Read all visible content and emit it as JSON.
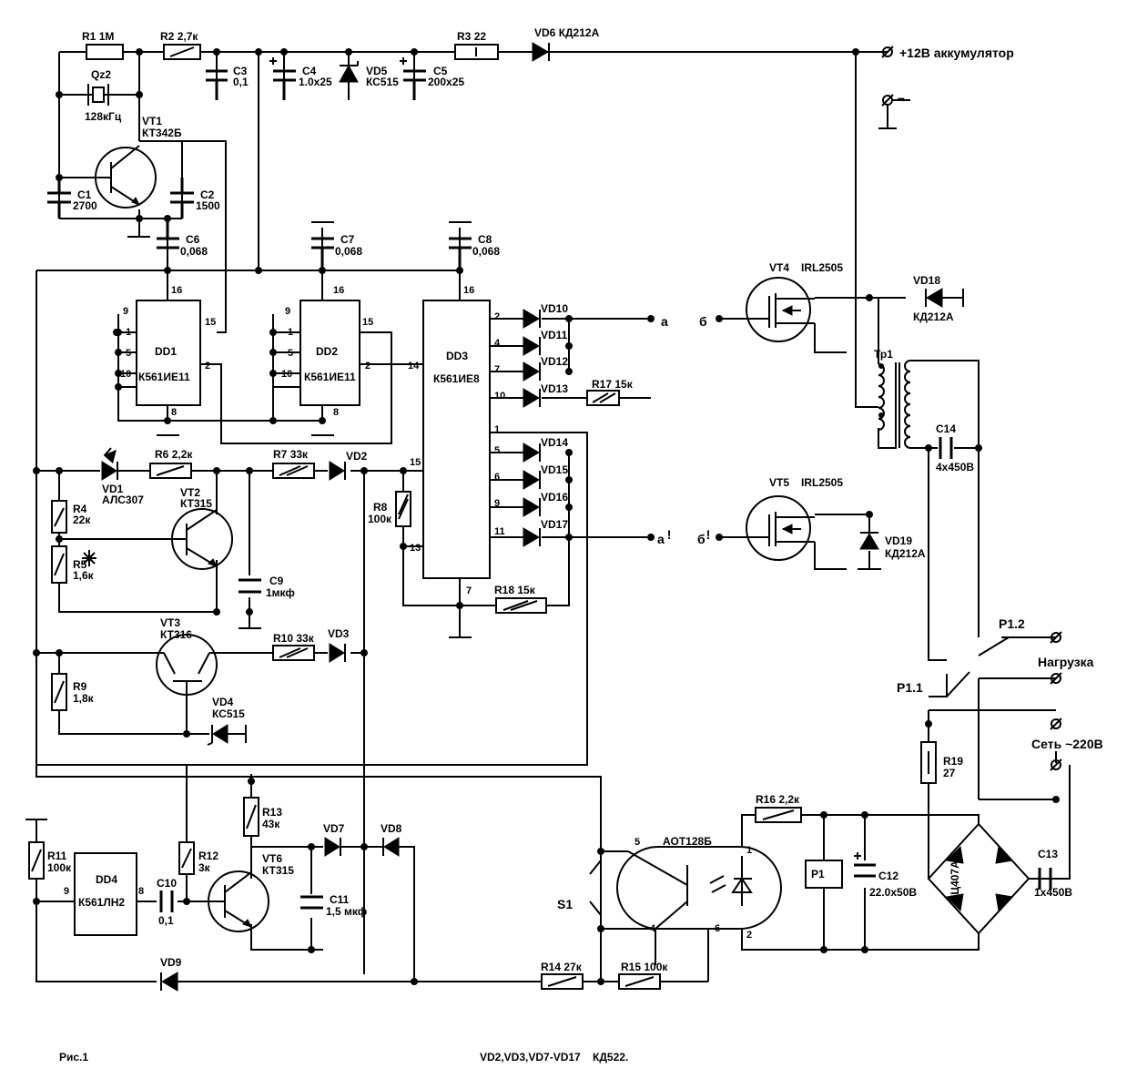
{
  "figure_caption": "Рис.1",
  "footnote": "VD2,VD3,VD7-VD17    КД522.",
  "terminals": {
    "battery_plus": "+12В аккумулятор",
    "battery_minus": "–",
    "load": "Нагрузка",
    "mains": "Сеть ~220В",
    "out_a": "а",
    "out_a2": "а",
    "out_b": "б",
    "out_b2": "б",
    "prime": "!"
  },
  "components": {
    "R1": {
      "ref": "R1",
      "value": "1М"
    },
    "R2": {
      "ref": "R2",
      "value": "2,7к"
    },
    "R3": {
      "ref": "R3",
      "value": "22"
    },
    "R4": {
      "ref": "R4",
      "value": "22к"
    },
    "R5": {
      "ref": "R5",
      "value": "1,6к"
    },
    "R6": {
      "ref": "R6",
      "value": "2,2к"
    },
    "R7": {
      "ref": "R7",
      "value": "33к"
    },
    "R8": {
      "ref": "R8",
      "value": "100к"
    },
    "R9": {
      "ref": "R9",
      "value": "1,8к"
    },
    "R10": {
      "ref": "R10",
      "value": "33к"
    },
    "R11": {
      "ref": "R11",
      "value": "100к"
    },
    "R12": {
      "ref": "R12",
      "value": "3к"
    },
    "R13": {
      "ref": "R13",
      "value": "43к"
    },
    "R14": {
      "ref": "R14",
      "value": "27к"
    },
    "R15": {
      "ref": "R15",
      "value": "100к"
    },
    "R16": {
      "ref": "R16",
      "value": "2,2к"
    },
    "R17": {
      "ref": "R17",
      "value": "15к"
    },
    "R18": {
      "ref": "R18",
      "value": "15к"
    },
    "R19": {
      "ref": "R19",
      "value": "27"
    },
    "C1": {
      "ref": "C1",
      "value": "2700"
    },
    "C2": {
      "ref": "C2",
      "value": "1500"
    },
    "C3": {
      "ref": "C3",
      "value": "0,1"
    },
    "C4": {
      "ref": "C4",
      "value": "1.0x25"
    },
    "C5": {
      "ref": "C5",
      "value": "200x25"
    },
    "C6": {
      "ref": "C6",
      "value": "0,068"
    },
    "C7": {
      "ref": "C7",
      "value": "0,068"
    },
    "C8": {
      "ref": "C8",
      "value": "0,068"
    },
    "C9": {
      "ref": "C9",
      "value": "1мкф"
    },
    "C10": {
      "ref": "C10",
      "value": "0,1"
    },
    "C11": {
      "ref": "C11",
      "value": "1,5 мкф"
    },
    "C12": {
      "ref": "C12",
      "value": "22.0x50В"
    },
    "C13": {
      "ref": "C13",
      "value": "1x450В"
    },
    "C14": {
      "ref": "C14",
      "value": "4x450В"
    },
    "Qz2": {
      "ref": "Qz2",
      "value": "128кГц"
    },
    "VT1": {
      "ref": "VT1",
      "value": "КТ342Б"
    },
    "VT2": {
      "ref": "VT2",
      "value": "КТ315"
    },
    "VT3": {
      "ref": "VT3",
      "value": "КТ316"
    },
    "VT4": {
      "ref": "VT4",
      "value": "IRL2505"
    },
    "VT5": {
      "ref": "VT5",
      "value": "IRL2505"
    },
    "VT6": {
      "ref": "VT6",
      "value": "КТ315"
    },
    "VD1": {
      "ref": "VD1",
      "value": "АЛС307"
    },
    "VD2": {
      "ref": "VD2"
    },
    "VD3": {
      "ref": "VD3"
    },
    "VD4": {
      "ref": "VD4",
      "value": "КС515"
    },
    "VD5": {
      "ref": "VD5",
      "value": "КС515"
    },
    "VD6": {
      "ref": "VD6",
      "value": "КД212А"
    },
    "VD7": {
      "ref": "VD7"
    },
    "VD8": {
      "ref": "VD8"
    },
    "VD9": {
      "ref": "VD9"
    },
    "VD10": {
      "ref": "VD10"
    },
    "VD11": {
      "ref": "VD11"
    },
    "VD12": {
      "ref": "VD12"
    },
    "VD13": {
      "ref": "VD13"
    },
    "VD14": {
      "ref": "VD14"
    },
    "VD15": {
      "ref": "VD15"
    },
    "VD16": {
      "ref": "VD16"
    },
    "VD17": {
      "ref": "VD17"
    },
    "VD18": {
      "ref": "VD18",
      "value": "КД212А"
    },
    "VD19": {
      "ref": "VD19",
      "value": "КД212А"
    },
    "DD1": {
      "ref": "DD1",
      "value": "К561ИЕ11"
    },
    "DD2": {
      "ref": "DD2",
      "value": "К561ИЕ11"
    },
    "DD3": {
      "ref": "DD3",
      "value": "К561ИЕ8"
    },
    "DD4": {
      "ref": "DD4",
      "value": "К561ЛН2"
    },
    "AOT": {
      "ref": "АОТ128Б"
    },
    "KD407": {
      "ref": "КЦ407А"
    },
    "Tr1": {
      "ref": "Тр1"
    },
    "P1": {
      "ref": "Р1"
    },
    "P1_1": {
      "ref": "Р1.1"
    },
    "P1_2": {
      "ref": "Р1.2"
    },
    "S1": {
      "ref": "S1"
    }
  },
  "pins": {
    "dd1": [
      "16",
      "15",
      "9",
      "1",
      "5",
      "10",
      "2",
      "8"
    ],
    "dd2": [
      "9",
      "16",
      "15",
      "1",
      "5",
      "10",
      "2",
      "8"
    ],
    "dd3": [
      "16",
      "2",
      "4",
      "7",
      "10",
      "14",
      "1",
      "5",
      "6",
      "9",
      "11",
      "15",
      "13",
      "7"
    ],
    "dd4": [
      "9",
      "8"
    ],
    "aot": [
      "5",
      "1",
      "4",
      "6",
      "2"
    ]
  }
}
